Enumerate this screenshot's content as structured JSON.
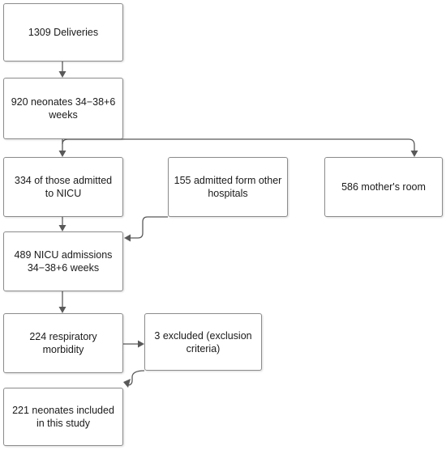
{
  "diagram": {
    "nodes": {
      "deliveries": "1309 Deliveries",
      "neonates": "920 neonates 34−38+6 weeks",
      "admitted_nicu": "334 of those admitted to NICU",
      "other_hospitals": "155 admitted form other hospitals",
      "mothers_room": "586 mother's room",
      "nicu_admissions": "489 NICU admissions 34−38+6 weeks",
      "respiratory": "224 respiratory morbidity",
      "excluded": "3 excluded (exclusion criteria)",
      "included": "221 neonates included in this study"
    }
  }
}
